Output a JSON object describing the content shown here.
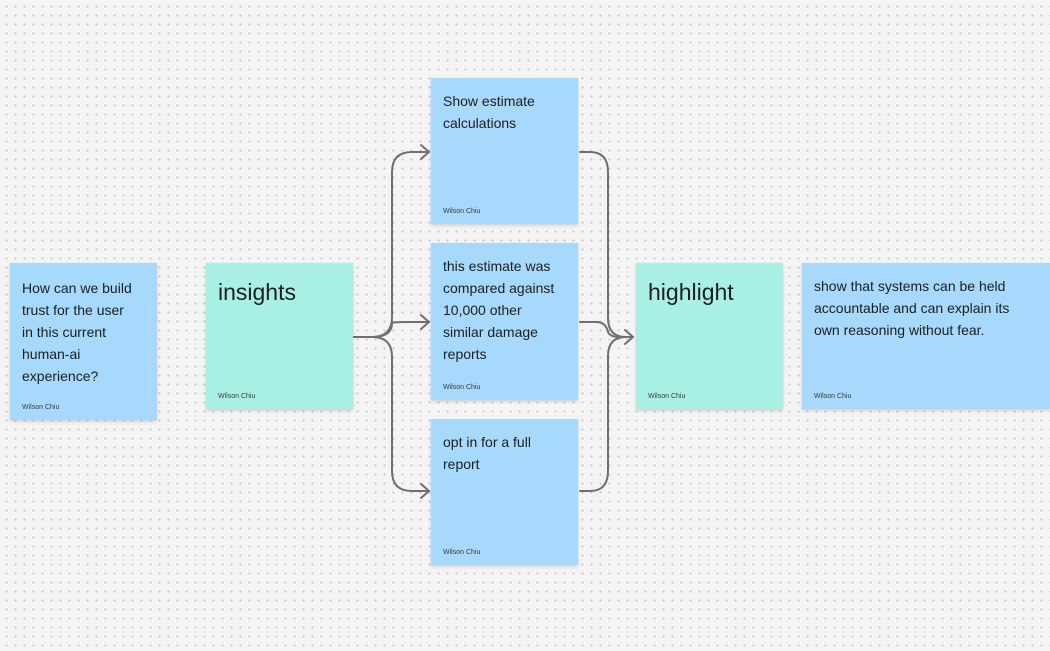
{
  "board": {
    "colors": {
      "blue_note": "#a6d9fb",
      "teal_note": "#a8f0e4",
      "connector": "#6f6f6f",
      "background": "#f4f4f4"
    },
    "notes": {
      "question": {
        "text": "How can we build\ntrust for the user\nin this current\nhuman-ai\nexperience?",
        "author": "Wilson Chiu"
      },
      "insights": {
        "text": "insights",
        "author": "Wilson Chiu"
      },
      "estimate_calc": {
        "text": "Show estimate\ncalculations",
        "author": "Wilson Chiu"
      },
      "compared": {
        "text": "this estimate was\ncompared against\n10,000 other\nsimilar damage\nreports",
        "author": "Wilson Chiu"
      },
      "opt_in": {
        "text": "opt in for a full\nreport",
        "author": "Wilson Chiu"
      },
      "highlight": {
        "text": "highlight",
        "author": "Wilson Chiu"
      },
      "accountable": {
        "text": "show that systems can be held\naccountable and can explain its\nown reasoning without fear.",
        "author": "Wilson Chiu"
      }
    }
  }
}
